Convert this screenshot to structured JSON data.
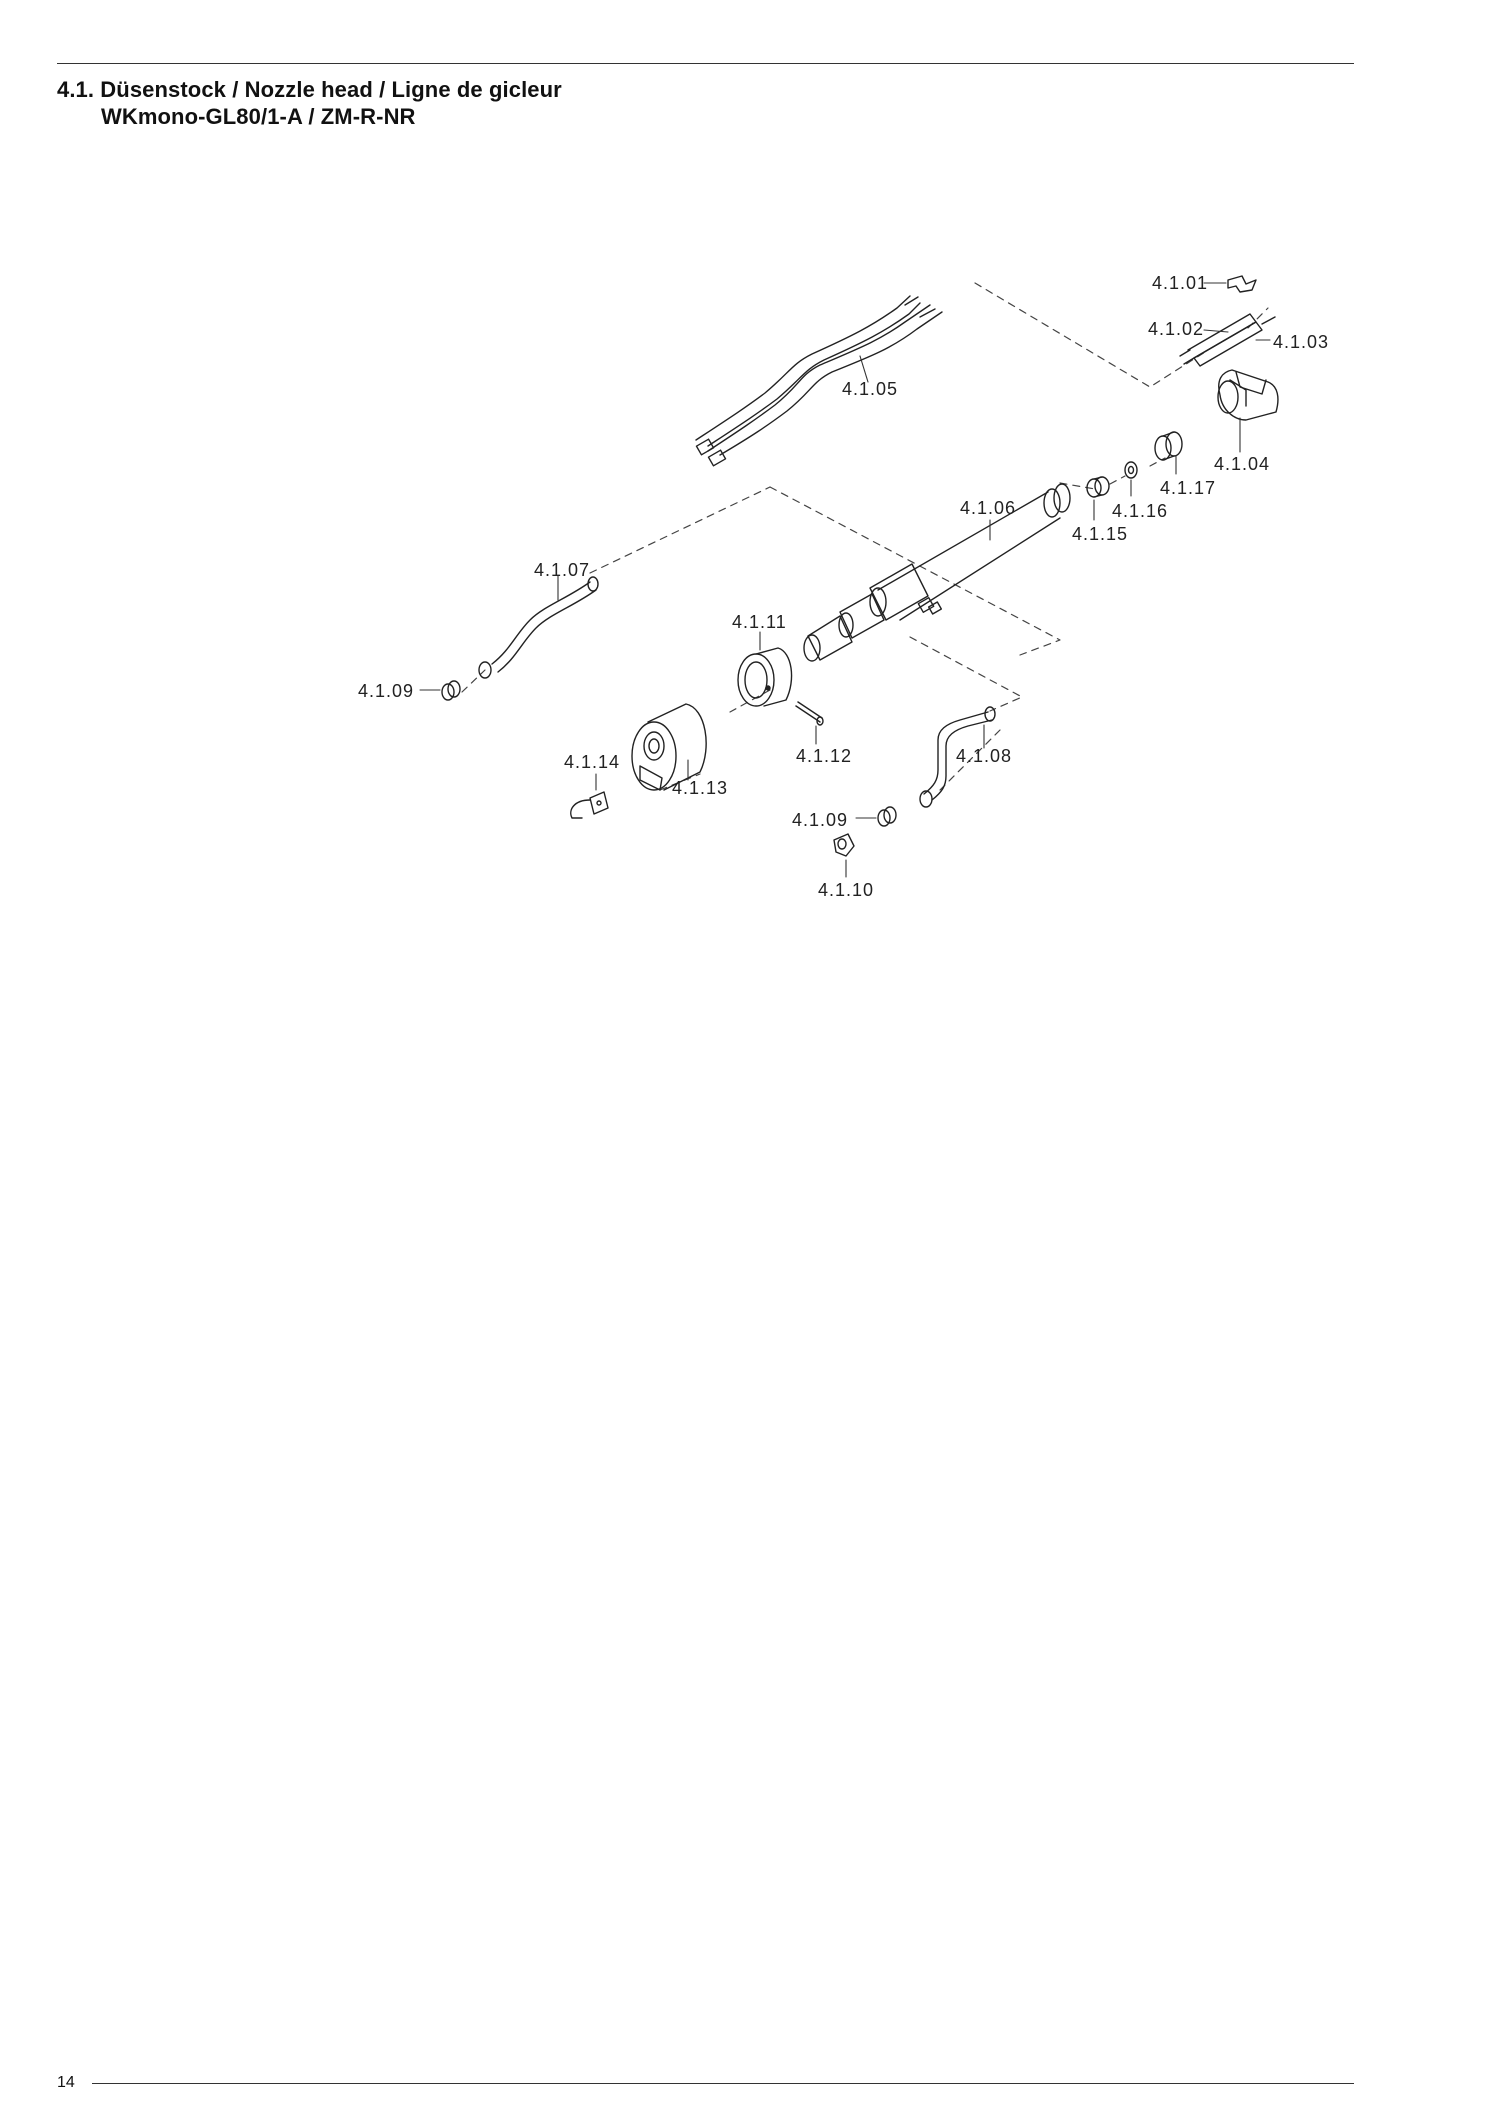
{
  "header": {
    "title_line1": "4.1. Düsenstock / Nozzle head / Ligne de gicleur",
    "title_line2": "WKmono-GL80/1-A / ZM-R-NR"
  },
  "parts": [
    {
      "id": "4.1.01",
      "label": "4.1.01"
    },
    {
      "id": "4.1.02",
      "label": "4.1.02"
    },
    {
      "id": "4.1.03",
      "label": "4.1.03"
    },
    {
      "id": "4.1.04",
      "label": "4.1.04"
    },
    {
      "id": "4.1.05",
      "label": "4.1.05"
    },
    {
      "id": "4.1.06",
      "label": "4.1.06"
    },
    {
      "id": "4.1.07",
      "label": "4.1.07"
    },
    {
      "id": "4.1.08",
      "label": "4.1.08"
    },
    {
      "id": "4.1.09a",
      "label": "4.1.09"
    },
    {
      "id": "4.1.09b",
      "label": "4.1.09"
    },
    {
      "id": "4.1.10",
      "label": "4.1.10"
    },
    {
      "id": "4.1.11",
      "label": "4.1.11"
    },
    {
      "id": "4.1.12",
      "label": "4.1.12"
    },
    {
      "id": "4.1.13",
      "label": "4.1.13"
    },
    {
      "id": "4.1.14",
      "label": "4.1.14"
    },
    {
      "id": "4.1.15",
      "label": "4.1.15"
    },
    {
      "id": "4.1.16",
      "label": "4.1.16"
    },
    {
      "id": "4.1.17",
      "label": "4.1.17"
    }
  ],
  "footer": {
    "page_number": "14"
  }
}
